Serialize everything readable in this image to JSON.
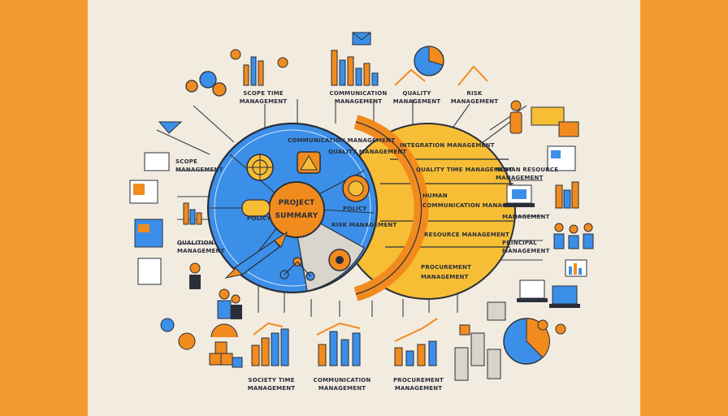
{
  "colors": {
    "side_band": "#f39a2e",
    "background": "#f2ebdf",
    "blue": "#3b8fe8",
    "orange": "#f28b1e",
    "yellow": "#f7be35",
    "navy": "#2a2f3a"
  },
  "center": {
    "title": "PROJECT",
    "subtitle": "SUMMARY"
  },
  "blue_circle_labels": {
    "top": "COMMUNICATION MANAGEMENT",
    "top2": "QUALITY MANAGEMENT",
    "left": "POLICY",
    "right": "POLICY",
    "right2": "RISK MANAGEMENT"
  },
  "yellow_circle_labels": {
    "l1": "INTEGRATION MANAGEMENT",
    "l2": "QUALITY TIME MANAGEMENT",
    "l3a": "HUMAN",
    "l3b": "COMMUNICATION MANAGEMENT",
    "l4": "RESOURCE MANAGEMENT",
    "l5a": "PROCUREMENT",
    "l5b": "MANAGEMENT"
  },
  "top_labels": {
    "t1a": "SCOPE TIME",
    "t1b": "MANAGEMENT",
    "t2a": "COMMUNICATION",
    "t2b": "MANAGEMENT",
    "t3a": "QUALITY",
    "t3b": "MANAGEMENT",
    "t4a": "RISK",
    "t4b": "MANAGEMENT"
  },
  "left_labels": {
    "l1a": "SCOPE",
    "l1b": "MANAGEMENT",
    "l2a": "QUALITION",
    "l2b": "MANAGEMENT"
  },
  "right_labels": {
    "r1a": "HUMAN RESOURCE",
    "r1b": "MANAGEMENT",
    "r2": "MANAGEMENT",
    "r3a": "PRINCIPAL",
    "r3b": "MANAGEMENT"
  },
  "bottom_labels": {
    "b1a": "SOCIETY TIME",
    "b1b": "MANAGEMENT",
    "b2a": "COMMUNICATION",
    "b2b": "MANAGEMENT",
    "b3a": "PROCUREMENT",
    "b3b": "MANAGEMENT"
  },
  "icons": [
    "gear-icon",
    "location-pin-icon",
    "rocket-icon",
    "envelope-icon",
    "pie-chart-icon",
    "bar-chart-icon",
    "person-icon",
    "laptop-icon",
    "cube-stack-icon",
    "target-icon",
    "warning-icon"
  ]
}
